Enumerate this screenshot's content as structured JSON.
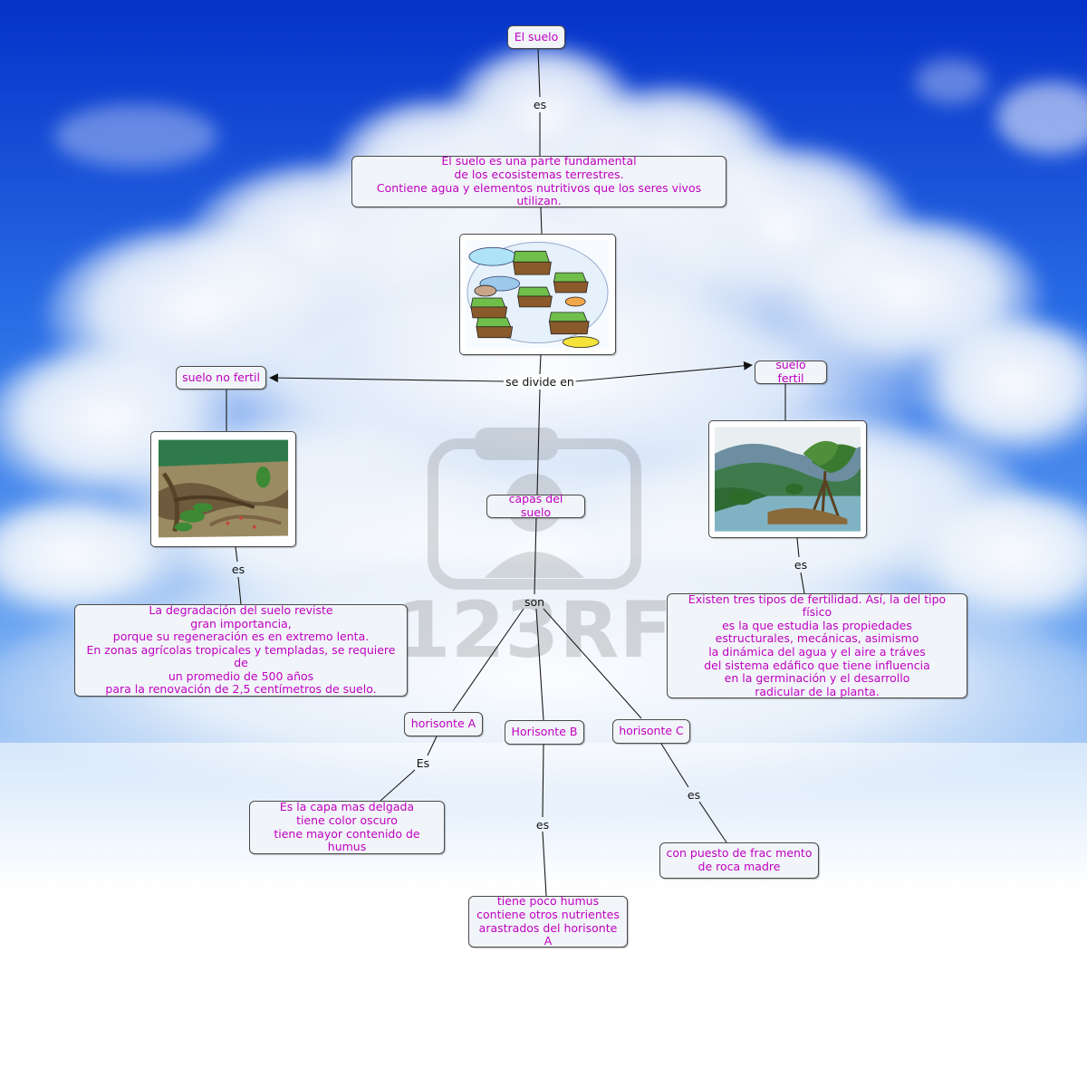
{
  "concept_map": {
    "root": "El suelo",
    "definition": "El suelo es una parte fundamental\nde los ecosistemas terrestres.\nContiene agua y elementos nutritivos que los seres vivos utilizan.",
    "suelo_no_fertil": "suelo no fertil",
    "suelo_fertil": "suelo fertil",
    "capas": "capas del suelo",
    "no_fertil_desc": "La degradación del suelo reviste\ngran importancia,\nporque su regeneración es en extremo lenta.\nEn zonas agrícolas tropicales y templadas, se requiere de\nun promedio de 500 años\npara la renovación de 2,5 centímetros de suelo.",
    "fertil_desc": "Existen tres tipos de fertilidad. Así, la del tipo físico\nes la que estudia las propiedades\nestructurales, mecánicas, asimismo\nla dinámica del agua y el aire a tráves\ndel sistema edáfico que tiene influencia\nen la germinación y el desarrollo\nradicular de la planta.",
    "horisonte_a": "horisonte A",
    "horisonte_b": "Horisonte B",
    "horisonte_c": "horisonte C",
    "desc_a": "Es la capa mas delgada\ntiene color oscuro\ntiene mayor contenido de humus",
    "desc_b": "tiene poco humus\ncontiene otros nutrientes\narastrados del horisonte A",
    "desc_c": "con puesto de frac mento\nde roca madre"
  },
  "linking_phrases": {
    "es_root": "es",
    "se_divide_en": "se divide en",
    "es_no_fertil": "es",
    "es_fertil": "es",
    "son": "son",
    "es_a": "Es",
    "es_b": "es",
    "es_c": "es"
  },
  "watermark": "123RF",
  "colors": {
    "node_text": "#c000c0",
    "node_fill": "#f1f5f9",
    "node_border": "#4a4a4a",
    "line": "#1a1a1a",
    "sky_top": "#0a3fd6",
    "sky_mid": "#3d7fe8"
  },
  "icons": [
    "soil-cartoon-image",
    "degraded-soil-image",
    "fertile-landscape-image",
    "camera-watermark-icon"
  ]
}
